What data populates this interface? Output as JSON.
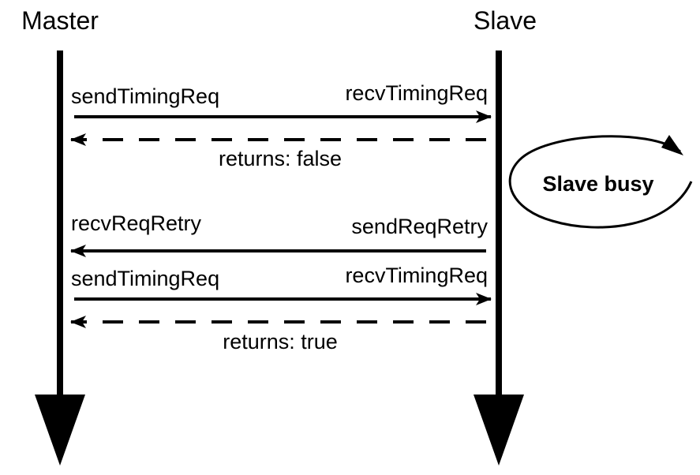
{
  "participants": {
    "master": "Master",
    "slave": "Slave"
  },
  "messages": [
    {
      "left": "sendTimingReq",
      "right": "recvTimingReq",
      "direction": "right",
      "style": "solid"
    },
    {
      "center": "returns: false",
      "direction": "left",
      "style": "dashed"
    },
    {
      "left": "recvReqRetry",
      "right": "sendReqRetry",
      "direction": "left",
      "style": "solid"
    },
    {
      "left": "sendTimingReq",
      "right": "recvTimingReq",
      "direction": "right",
      "style": "solid"
    },
    {
      "center": "returns: true",
      "direction": "left",
      "style": "dashed"
    }
  ],
  "busy_label": "Slave busy"
}
